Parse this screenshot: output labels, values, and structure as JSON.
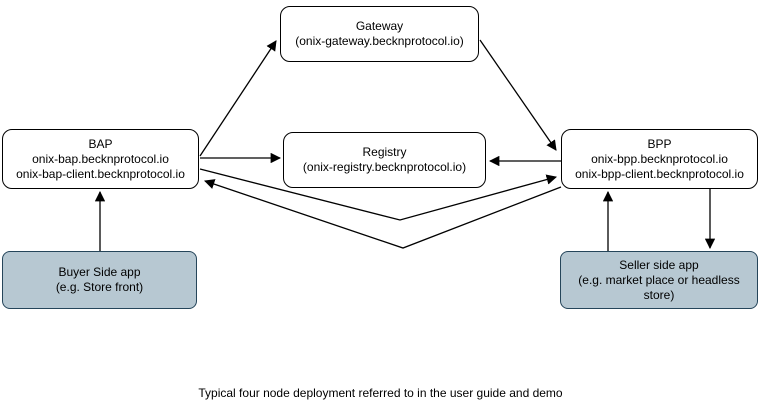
{
  "diagram": {
    "nodes": {
      "gateway": {
        "title": "Gateway",
        "subtitle": "(onix-gateway.becknprotocol.io)"
      },
      "bap": {
        "title": "BAP",
        "line1": "onix-bap.becknprotocol.io",
        "line2": "onix-bap-client.becknprotocol.io"
      },
      "registry": {
        "title": "Registry",
        "subtitle": "(onix-registry.becknprotocol.io)"
      },
      "bpp": {
        "title": "BPP",
        "line1": "onix-bpp.becknprotocol.io",
        "line2": "onix-bpp-client.becknprotocol.io"
      },
      "buyer_app": {
        "title": "Buyer Side app",
        "subtitle": "(e.g. Store front)"
      },
      "seller_app": {
        "title": "Seller side app",
        "subtitle": "(e.g. market place or headless store)"
      }
    },
    "edges": [
      "bap-to-gateway",
      "gateway-to-bpp",
      "bap-to-registry",
      "bpp-to-registry",
      "bap-to-bpp",
      "bpp-to-bap",
      "buyer-app-to-bap",
      "seller-app-to-bpp",
      "bpp-to-seller-app"
    ],
    "caption": "Typical four node deployment referred to in the user guide and demo",
    "colors": {
      "node_fill": "#ffffff",
      "node_border": "#000000",
      "app_fill": "#b7c8d2",
      "app_border": "#25455a",
      "arrow": "#000000",
      "text": "#000000"
    }
  }
}
